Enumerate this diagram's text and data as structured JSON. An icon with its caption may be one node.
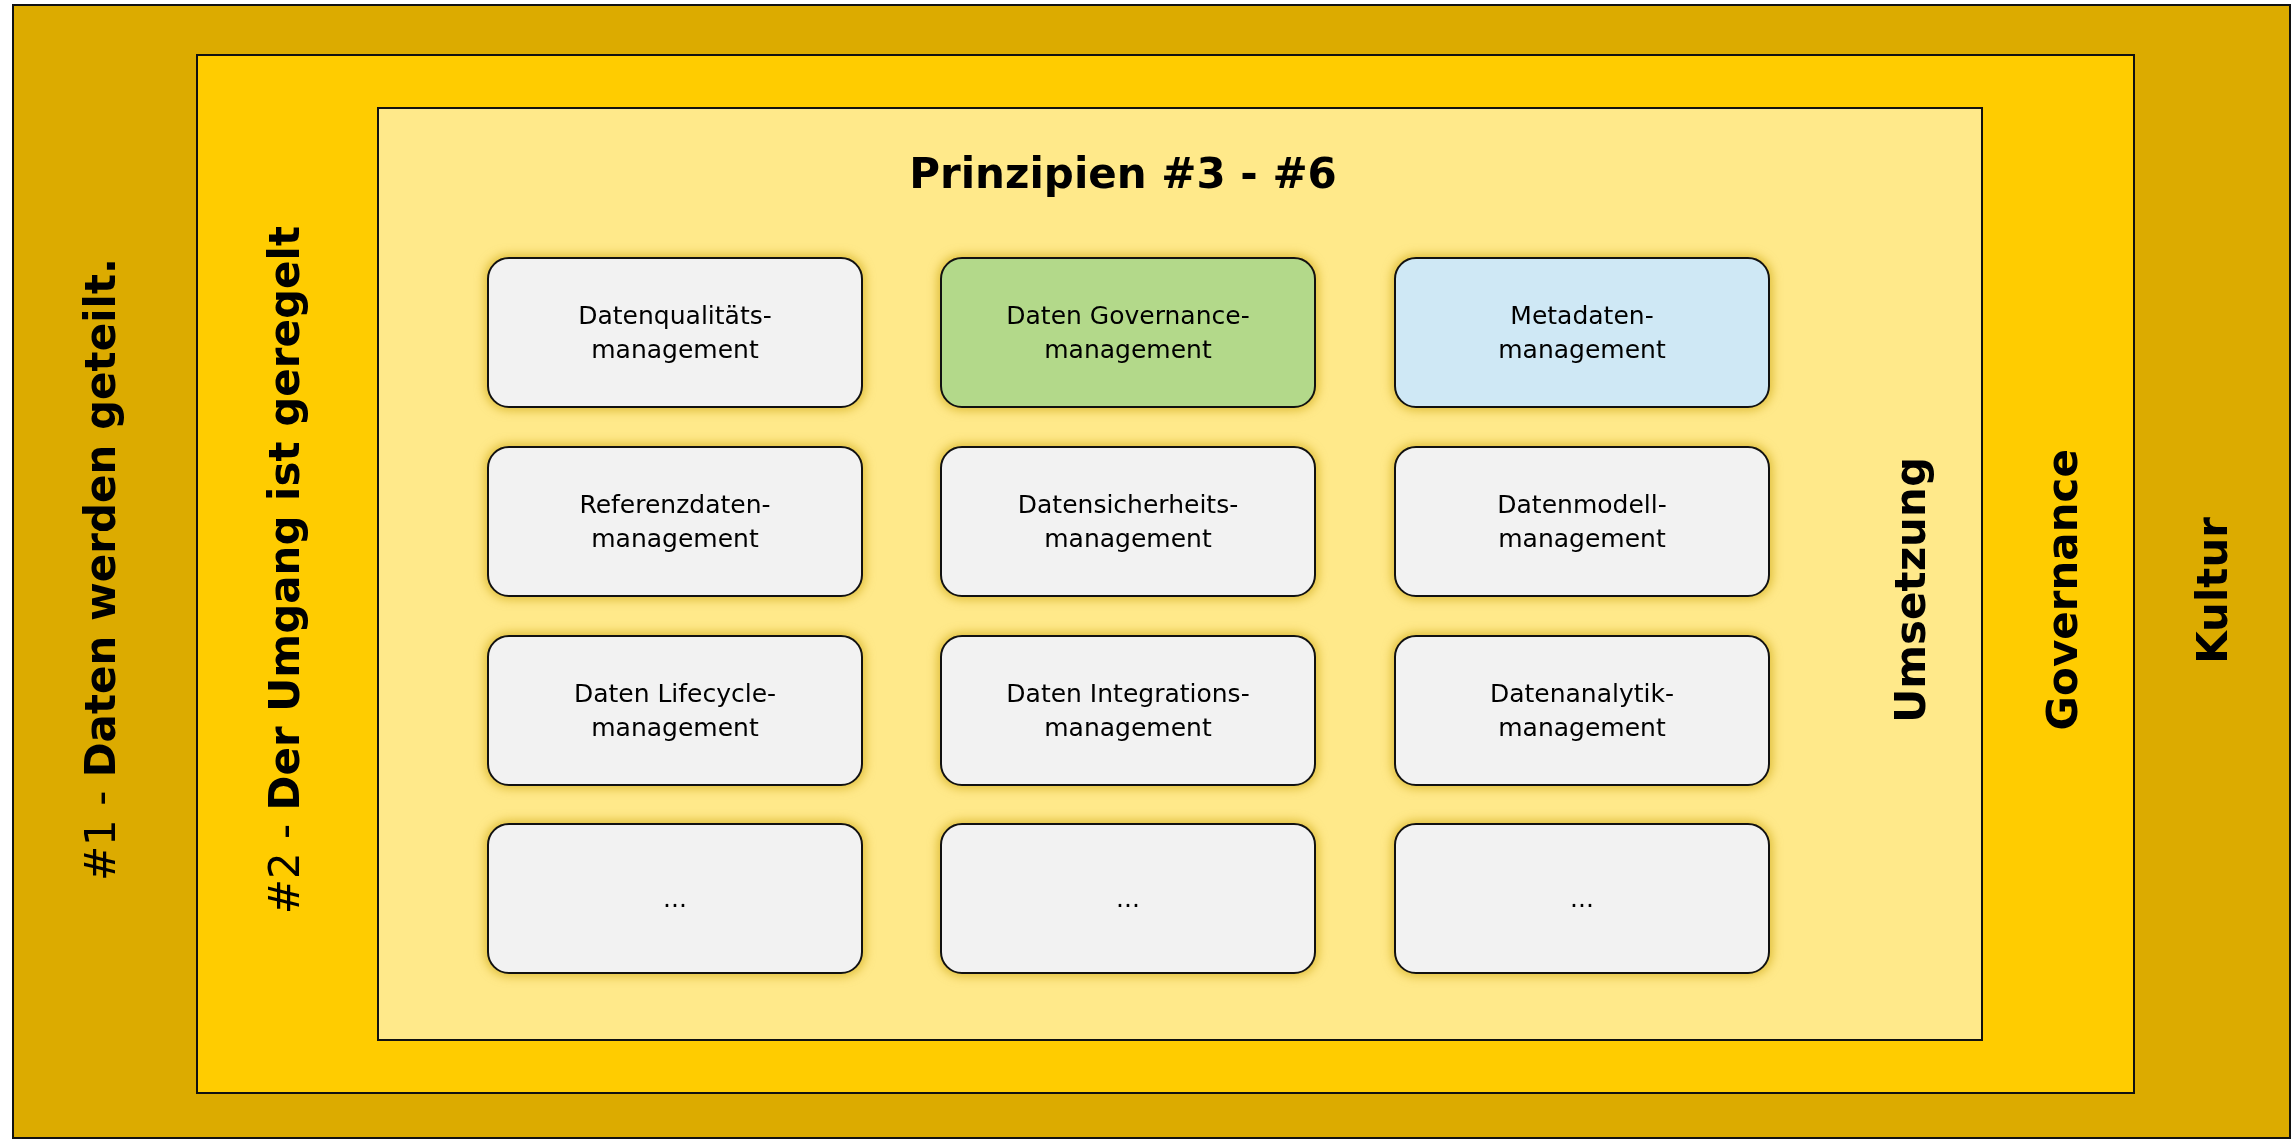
{
  "diagram": {
    "nodes": [
      {
        "text": [
          "#1 - **Daten werden geteilt.**",
          "Kultur"
        ]
      },
      {
        "text": [
          "#2 - **Der Umgang ist geregelt**",
          "Governance"
        ],
        "in": 0
      },
      {
        "text": [
          "Prinzipien #3 - #6",
          "Umsetzung"
        ],
        "in": 1
      },
      {
        "text": [
          "Datenqualitäts-management"
        ],
        "in": 2
      },
      {
        "text": [
          "Daten Governance-management"
        ],
        "in": 2
      },
      {
        "text": [
          "Metadaten-management"
        ],
        "in": 2
      },
      {
        "text": [
          "Referenzdaten-management"
        ],
        "in": 2
      },
      {
        "text": [
          "Datensicherheits-management"
        ],
        "in": 2
      },
      {
        "text": [
          "Datenmodell-management"
        ],
        "in": 2
      },
      {
        "text": [
          "Daten Lifecycle-management"
        ],
        "in": 2
      },
      {
        "text": [
          "Daten Integrations-management"
        ],
        "in": 2
      },
      {
        "text": [
          "Datenanalytik-management"
        ],
        "in": 2
      },
      {
        "text": [
          "..."
        ],
        "in": 2
      },
      {
        "text": [
          "..."
        ],
        "in": 2
      },
      {
        "text": [
          "..."
        ],
        "in": 2
      }
    ]
  }
}
